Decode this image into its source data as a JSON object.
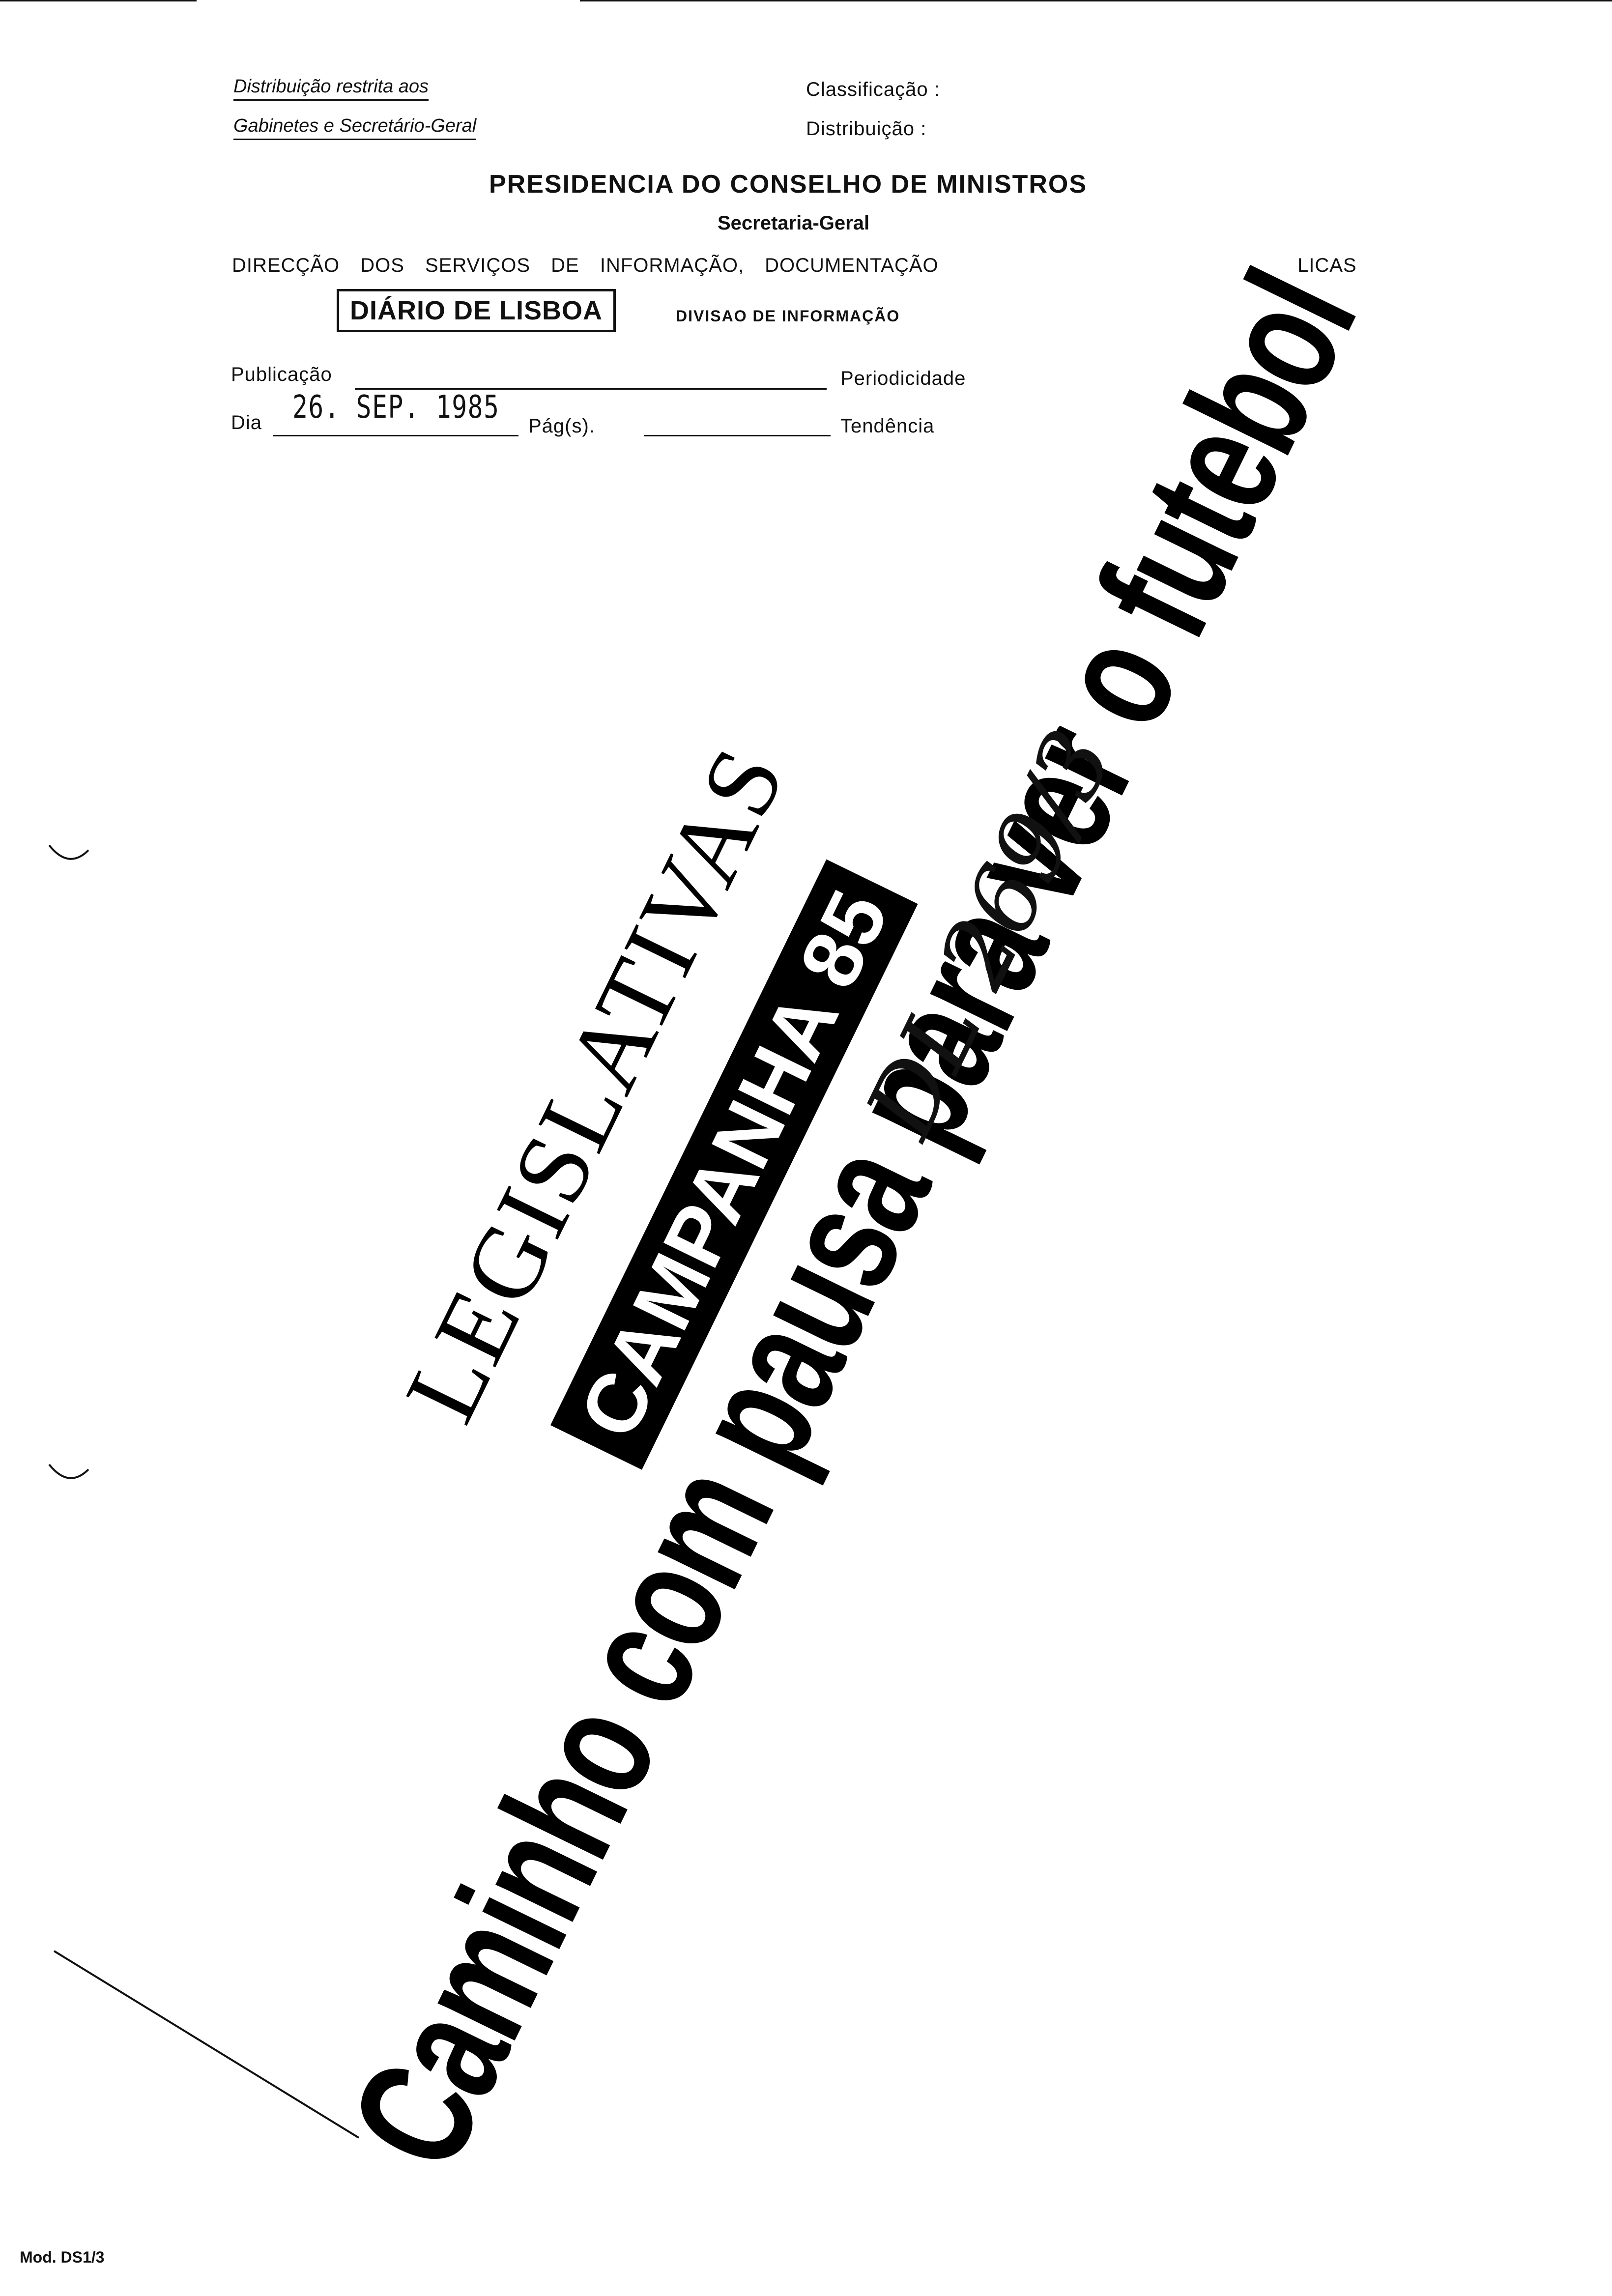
{
  "header": {
    "restricted_line1": "Distribuição restrita aos",
    "restricted_line2": "Gabinetes e Secretário-Geral",
    "classification_label": "Classificação :",
    "distribution_label": "Distribuição :",
    "presidency": "PRESIDENCIA DO CONSELHO DE MINISTROS",
    "secretariat": "Secretaria-Geral",
    "directorate_left": "DIRECÇÃO DOS SERVIÇOS DE INFORMAÇÃO, DOCUMENTAÇÃO",
    "directorate_right": "LICAS",
    "publication_box": "DIÁRIO DE LISBOA",
    "division": "DIVISAO DE INFORMAÇÃO"
  },
  "fields": {
    "publication_label": "Publicação",
    "periodicity_label": "Periodicidade",
    "day_label": "Dia",
    "day_value": "26. SEP. 1985",
    "pages_label": "Pág(s).",
    "tendency_label": "Tendência"
  },
  "clipping": {
    "kicker": "LEGISLATIVAS",
    "section_label": "CAMPANHA 85",
    "headline": "Caminho com pausa para ver o futebol",
    "handwritten_note": "DL 269/3"
  },
  "footer": {
    "form_code": "Mod. DS1/3"
  }
}
